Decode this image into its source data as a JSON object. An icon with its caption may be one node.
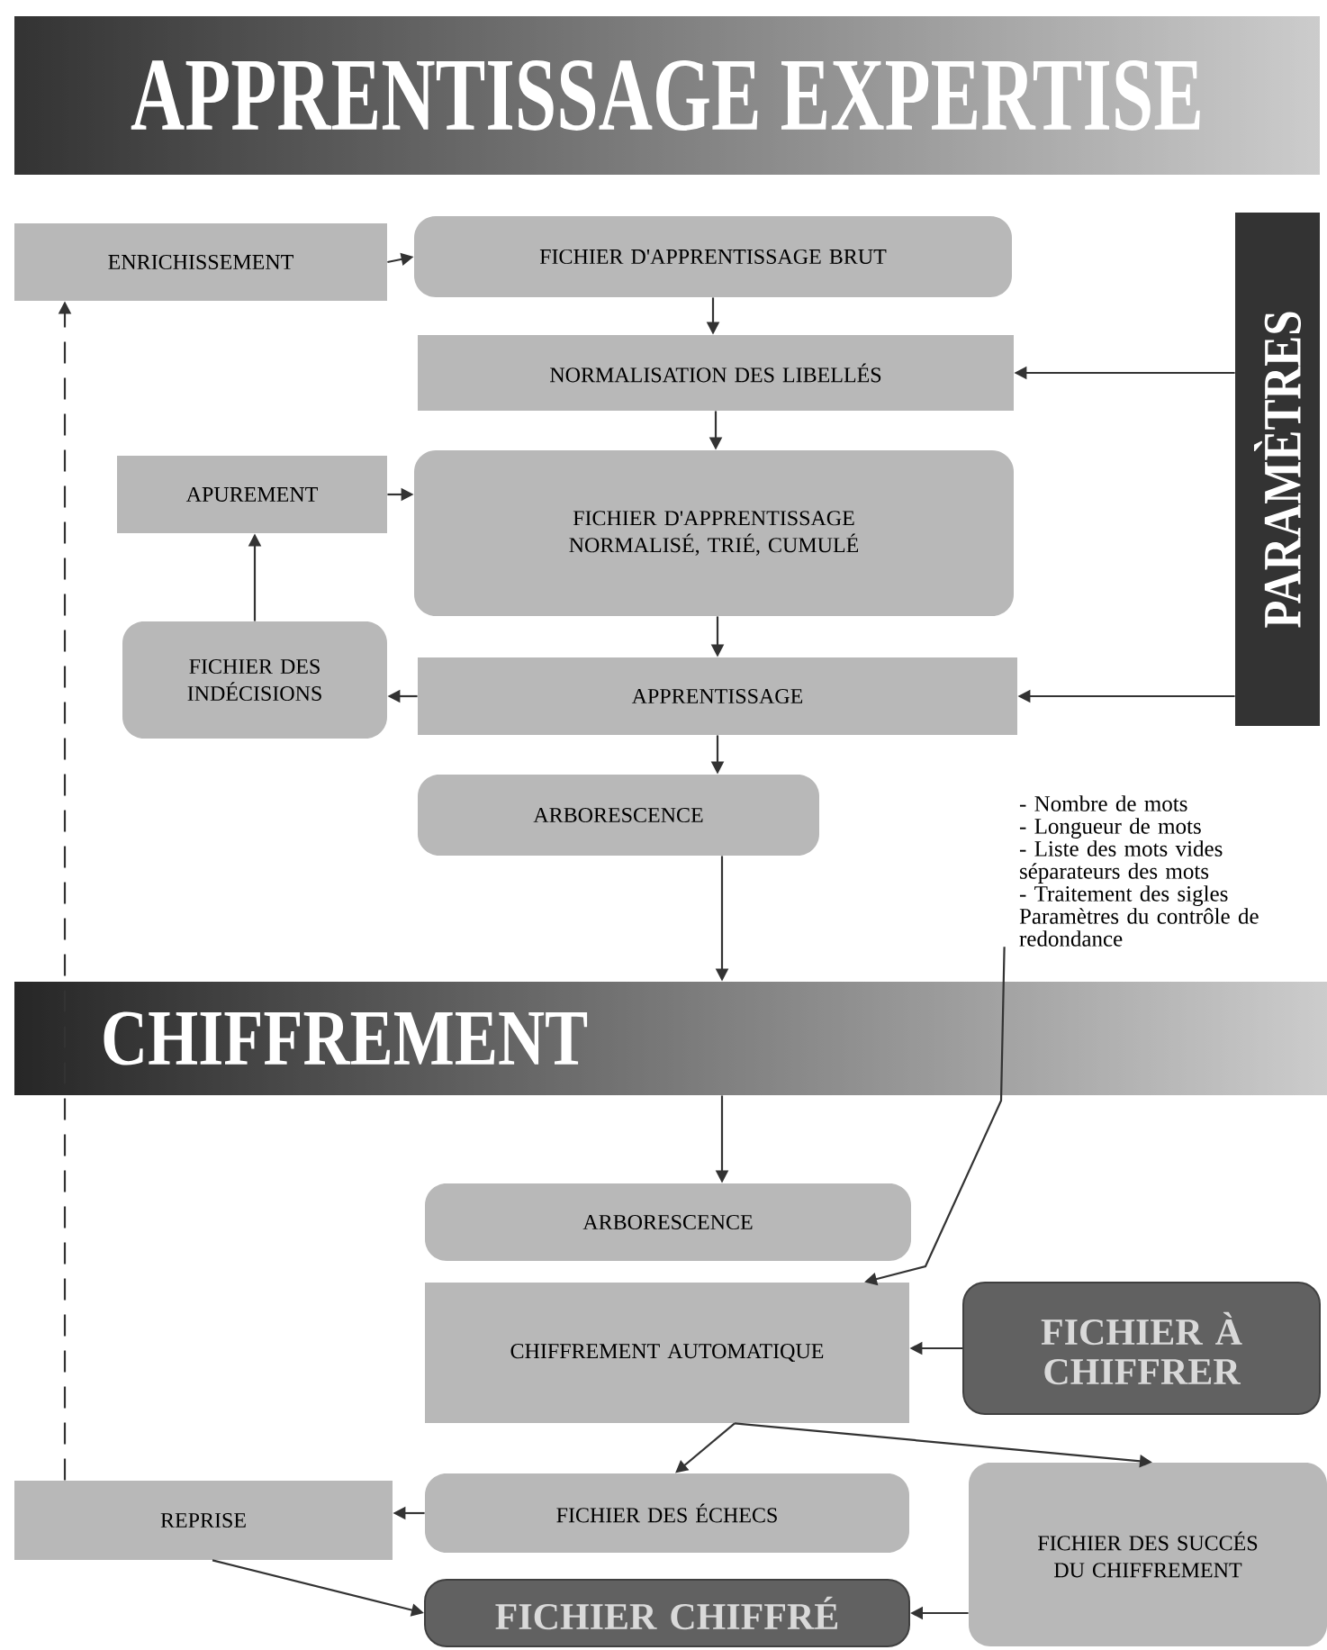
{
  "diagram": {
    "title": "APPRENTISSAGE EXPERTISE",
    "nodes": [
      {
        "text": [
          "ENRICHISSEMENT"
        ]
      },
      {
        "text": [
          "FICHIER D'APPRENTISSAGE BRUT"
        ]
      },
      {
        "text": [
          "NORMALISATION DES LIBELLÉS"
        ]
      },
      {
        "text": [
          "PARAMÈTRES"
        ]
      },
      {
        "text": [
          "APUREMENT"
        ]
      },
      {
        "text": [
          "FICHIER D'APPRENTISSAGE NORMALISÉ, TRIÉ, CUMULÉ"
        ]
      },
      {
        "text": [
          "FICHIER DES INDÉCISIONS"
        ]
      },
      {
        "text": [
          "APPRENTISSAGE"
        ]
      },
      {
        "text": [
          "ARBORESCENCE"
        ]
      },
      {
        "text": [
          "- Nombre de mots",
          "- Longueur de mots",
          "- Liste des mots vides séparateurs des mots",
          "- Traitement des sigles",
          "Paramètres du contrôle de redondance"
        ]
      },
      {
        "text": [
          "CHIFFREMENT"
        ]
      },
      {
        "text": [
          "ARBORESCENCE"
        ]
      },
      {
        "text": [
          "CHIFFREMENT AUTOMATIQUE"
        ]
      },
      {
        "text": [
          "FICHIER À CHIFFRER"
        ]
      },
      {
        "text": [
          "REPRISE"
        ]
      },
      {
        "text": [
          "FICHIER DES ÉCHECS"
        ]
      },
      {
        "text": [
          "FICHIER DES SUCCÉS DU CHIFFREMENT"
        ]
      },
      {
        "text": [
          "FICHIER CHIFFRÉ"
        ]
      }
    ],
    "edges": [
      {
        "from": 0,
        "to": 1,
        "arrow": "to"
      },
      {
        "from": 1,
        "to": 2,
        "arrow": "to"
      },
      {
        "from": 2,
        "to": 5,
        "arrow": "to"
      },
      {
        "from": 3,
        "to": 2,
        "arrow": "to"
      },
      {
        "from": 3,
        "to": 7,
        "arrow": "to"
      },
      {
        "from": 5,
        "to": 7,
        "arrow": "to"
      },
      {
        "from": 7,
        "to": 6,
        "arrow": "to"
      },
      {
        "from": 6,
        "to": 4,
        "arrow": "to"
      },
      {
        "from": 4,
        "to": 5,
        "arrow": "to"
      },
      {
        "from": 7,
        "to": 8,
        "arrow": "to"
      },
      {
        "from": 8,
        "to": 10,
        "arrow": "to"
      },
      {
        "from": 10,
        "to": 11,
        "arrow": "to"
      },
      {
        "from": 9,
        "to": 12,
        "arrow": "to"
      },
      {
        "from": 13,
        "to": 12,
        "arrow": "to"
      },
      {
        "from": 12,
        "to": 15,
        "arrow": "to"
      },
      {
        "from": 12,
        "to": 16,
        "arrow": "to"
      },
      {
        "from": 15,
        "to": 14,
        "arrow": "to"
      },
      {
        "from": 14,
        "to": 17,
        "arrow": "to"
      },
      {
        "from": 16,
        "to": 17,
        "arrow": "to"
      },
      {
        "from": 14,
        "to": 0,
        "arrow": "to",
        "style": "dashed"
      }
    ]
  }
}
